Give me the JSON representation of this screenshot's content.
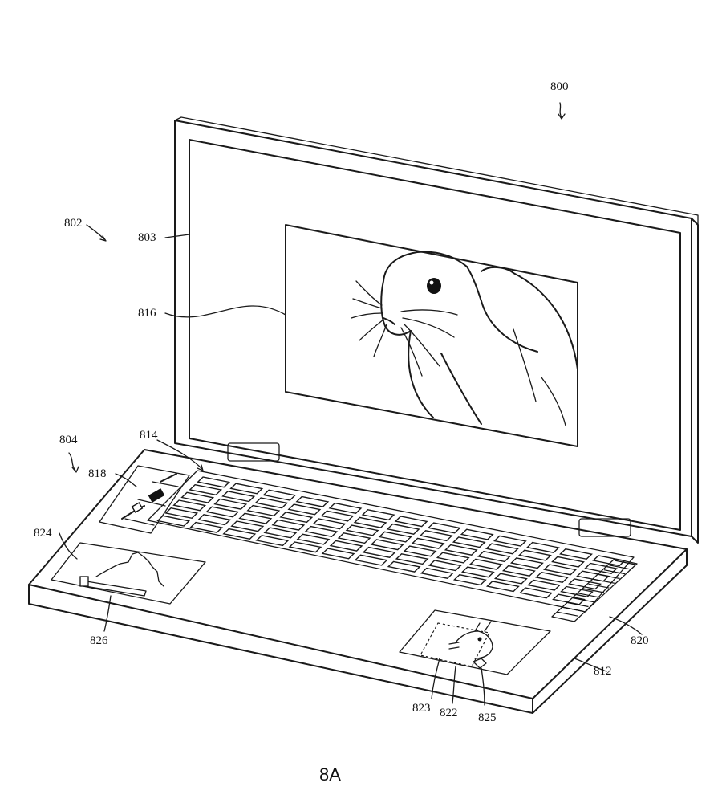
{
  "figure": {
    "caption": "8A",
    "labels": {
      "device": "800",
      "display_assembly": "802",
      "display": "803",
      "base_assembly": "804",
      "housing": "812",
      "keyboard": "814",
      "image": "816",
      "input_region_left_top": "818",
      "input_region_right": "820",
      "preview_image": "822",
      "selection_region": "823",
      "input_region_left_bottom": "824",
      "selection_handle": "825",
      "slider": "826"
    }
  }
}
